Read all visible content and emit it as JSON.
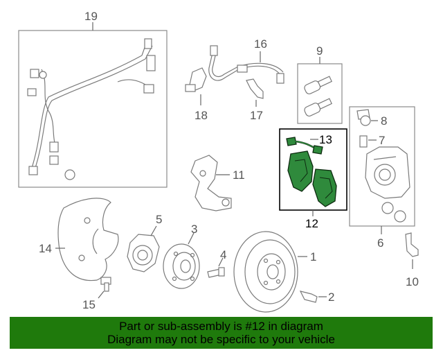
{
  "callouts": {
    "c1": "1",
    "c2": "2",
    "c3": "3",
    "c4": "4",
    "c5": "5",
    "c6": "6",
    "c7": "7",
    "c8": "8",
    "c9": "9",
    "c10": "10",
    "c11": "11",
    "c12": "12",
    "c13": "13",
    "c14": "14",
    "c15": "15",
    "c16": "16",
    "c17": "17",
    "c18": "18",
    "c19": "19"
  },
  "banner": {
    "line1": "Part or sub-assembly is #12 in diagram",
    "line2": "Diagram may not be specific to your vehicle",
    "color": "#1f7a0c"
  },
  "highlight": {
    "part": "12",
    "color": "#2f8a3c"
  }
}
